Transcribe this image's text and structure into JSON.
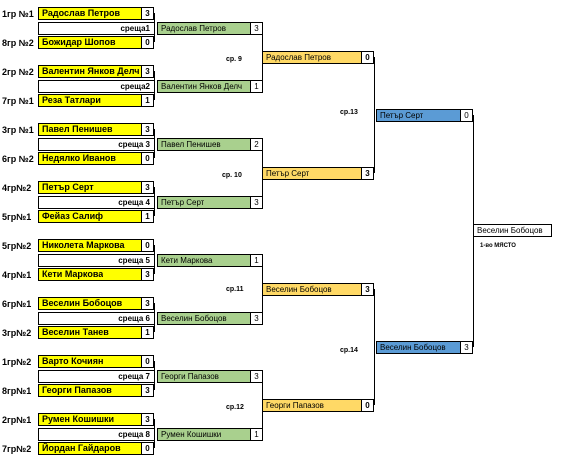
{
  "r1": [
    {
      "seed": "1гр №1",
      "name": "Радослав Петров",
      "score": "3"
    },
    {
      "seed": "8гр №2",
      "name": "Божидар Шопов",
      "score": "0"
    },
    {
      "seed": "2гр №2",
      "name": "Валентин Янков Делч",
      "score": "3"
    },
    {
      "seed": "7гр №1",
      "name": "Реза Татлари",
      "score": "1"
    },
    {
      "seed": "3гр №1",
      "name": "Павел Пенишев",
      "score": "3"
    },
    {
      "seed": "6гр №2",
      "name": "Недялко Иванов",
      "score": "0"
    },
    {
      "seed": "4гр№2",
      "name": "Петър Серт",
      "score": "3"
    },
    {
      "seed": "5гр№1",
      "name": "Фейаз Салиф",
      "score": "1"
    },
    {
      "seed": "5гр№2",
      "name": "Николета Маркова",
      "score": "0"
    },
    {
      "seed": "4гр№1",
      "name": "Кети Маркова",
      "score": "3"
    },
    {
      "seed": "6гр№1",
      "name": "Веселин Бобоцов",
      "score": "3"
    },
    {
      "seed": "3гр№2",
      "name": "Веселин Танев",
      "score": "1"
    },
    {
      "seed": "1гр№2",
      "name": "Варто Кочиян",
      "score": "0"
    },
    {
      "seed": "8гр№1",
      "name": "Георги Папазов",
      "score": "3"
    },
    {
      "seed": "2гр№1",
      "name": "Румен Кошишки",
      "score": "3"
    },
    {
      "seed": "7гр№2",
      "name": "Йордан Гайдаров",
      "score": "0"
    }
  ],
  "r2": [
    {
      "label": "среща1",
      "name": "Радослав Петров",
      "score": "3"
    },
    {
      "label": "среща2",
      "name": "Валентин Янков Делч",
      "score": "1"
    },
    {
      "label": "среща 3",
      "name": "Павел Пенишев",
      "score": "2"
    },
    {
      "label": "среща 4",
      "name": "Петър Серт",
      "score": "3"
    },
    {
      "label": "среща 5",
      "name": "Кети Маркова",
      "score": "1"
    },
    {
      "label": "среща 6",
      "name": "Веселин Бобоцов",
      "score": "3"
    },
    {
      "label": "среща 7",
      "name": "Георги Папазов",
      "score": "3"
    },
    {
      "label": "среща 8",
      "name": "Румен Кошишки",
      "score": "1"
    }
  ],
  "r3": [
    {
      "label": "ср. 9",
      "name": "Радослав Петров",
      "score": "0"
    },
    {
      "label": "ср. 10",
      "name": "Петър Серт",
      "score": "3"
    },
    {
      "label": "ср.11",
      "name": "Веселин Бобоцов",
      "score": "3"
    },
    {
      "label": "ср.12",
      "name": "Георги Папазов",
      "score": "0"
    }
  ],
  "r4": [
    {
      "label": "ср.13",
      "name": "Петър Серт",
      "score": "0"
    },
    {
      "label": "ср.14",
      "name": "Веселин Бобоцов",
      "score": "3"
    }
  ],
  "final": {
    "name": "Веселин Бобоцов",
    "place": "1-во МЯСТО"
  }
}
